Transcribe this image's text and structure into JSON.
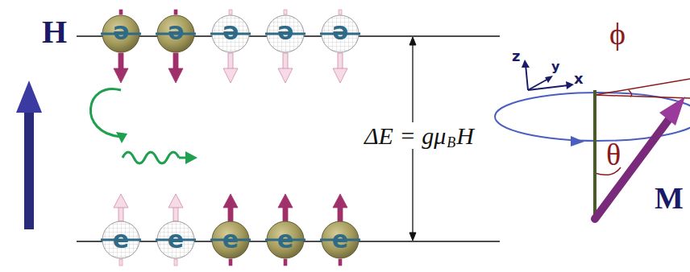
{
  "diagram": {
    "nodes": [
      {
        "text": [
          "e"
        ]
      },
      {
        "text": [
          "e"
        ]
      },
      {
        "text": [
          "e"
        ]
      },
      {
        "text": [
          "e"
        ]
      },
      {
        "text": [
          "e"
        ]
      },
      {
        "text": [
          "e"
        ]
      },
      {
        "text": [
          "e"
        ]
      },
      {
        "text": [
          "e"
        ]
      },
      {
        "text": [
          "e"
        ]
      },
      {
        "text": [
          "e"
        ]
      }
    ],
    "labels": [
      "H",
      "ΔE = gμ",
      "B",
      "H",
      "z",
      "y",
      "x",
      "ϕ",
      "θ",
      "M"
    ]
  }
}
